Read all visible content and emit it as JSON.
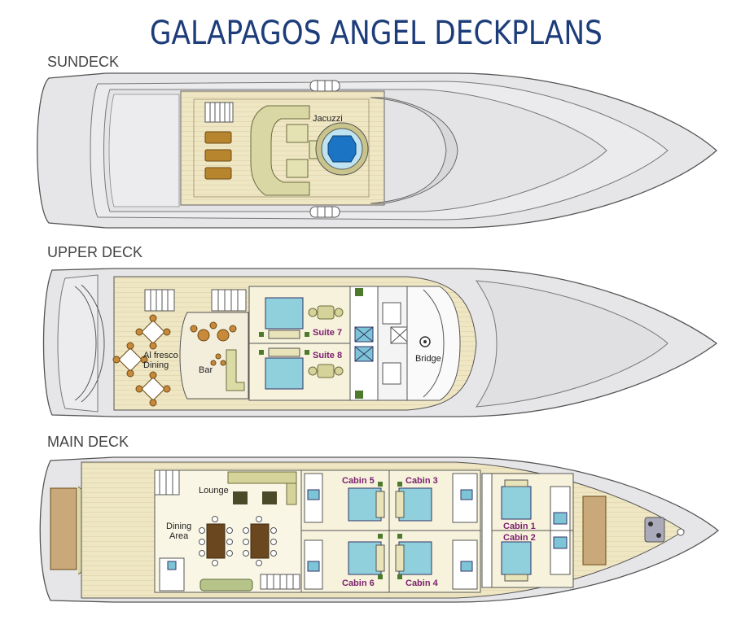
{
  "title": "GALAPAGOS ANGEL DECKPLANS",
  "decks": {
    "sundeck": {
      "label": "SUNDECK",
      "areas": {
        "jacuzzi": "Jacuzzi"
      }
    },
    "upper": {
      "label": "UPPER DECK",
      "areas": {
        "alfresco_1": "Al fresco",
        "alfresco_2": "Dining",
        "bar": "Bar",
        "suite7": "Suite 7",
        "suite8": "Suite 8",
        "bridge": "Bridge"
      }
    },
    "main": {
      "label": "MAIN DECK",
      "areas": {
        "lounge": "Lounge",
        "dining_1": "Dining",
        "dining_2": "Area",
        "cabin5": "Cabin 5",
        "cabin3": "Cabin 3",
        "cabin6": "Cabin 6",
        "cabin4": "Cabin 4",
        "cabin1": "Cabin 1",
        "cabin2": "Cabin 2"
      }
    }
  },
  "colors": {
    "title": "#1d3d7a",
    "hull": "#e8e8ea",
    "floor": "#efe6c4",
    "bed": "#8fd0dc",
    "cabin_label": "#7a1f6e"
  }
}
